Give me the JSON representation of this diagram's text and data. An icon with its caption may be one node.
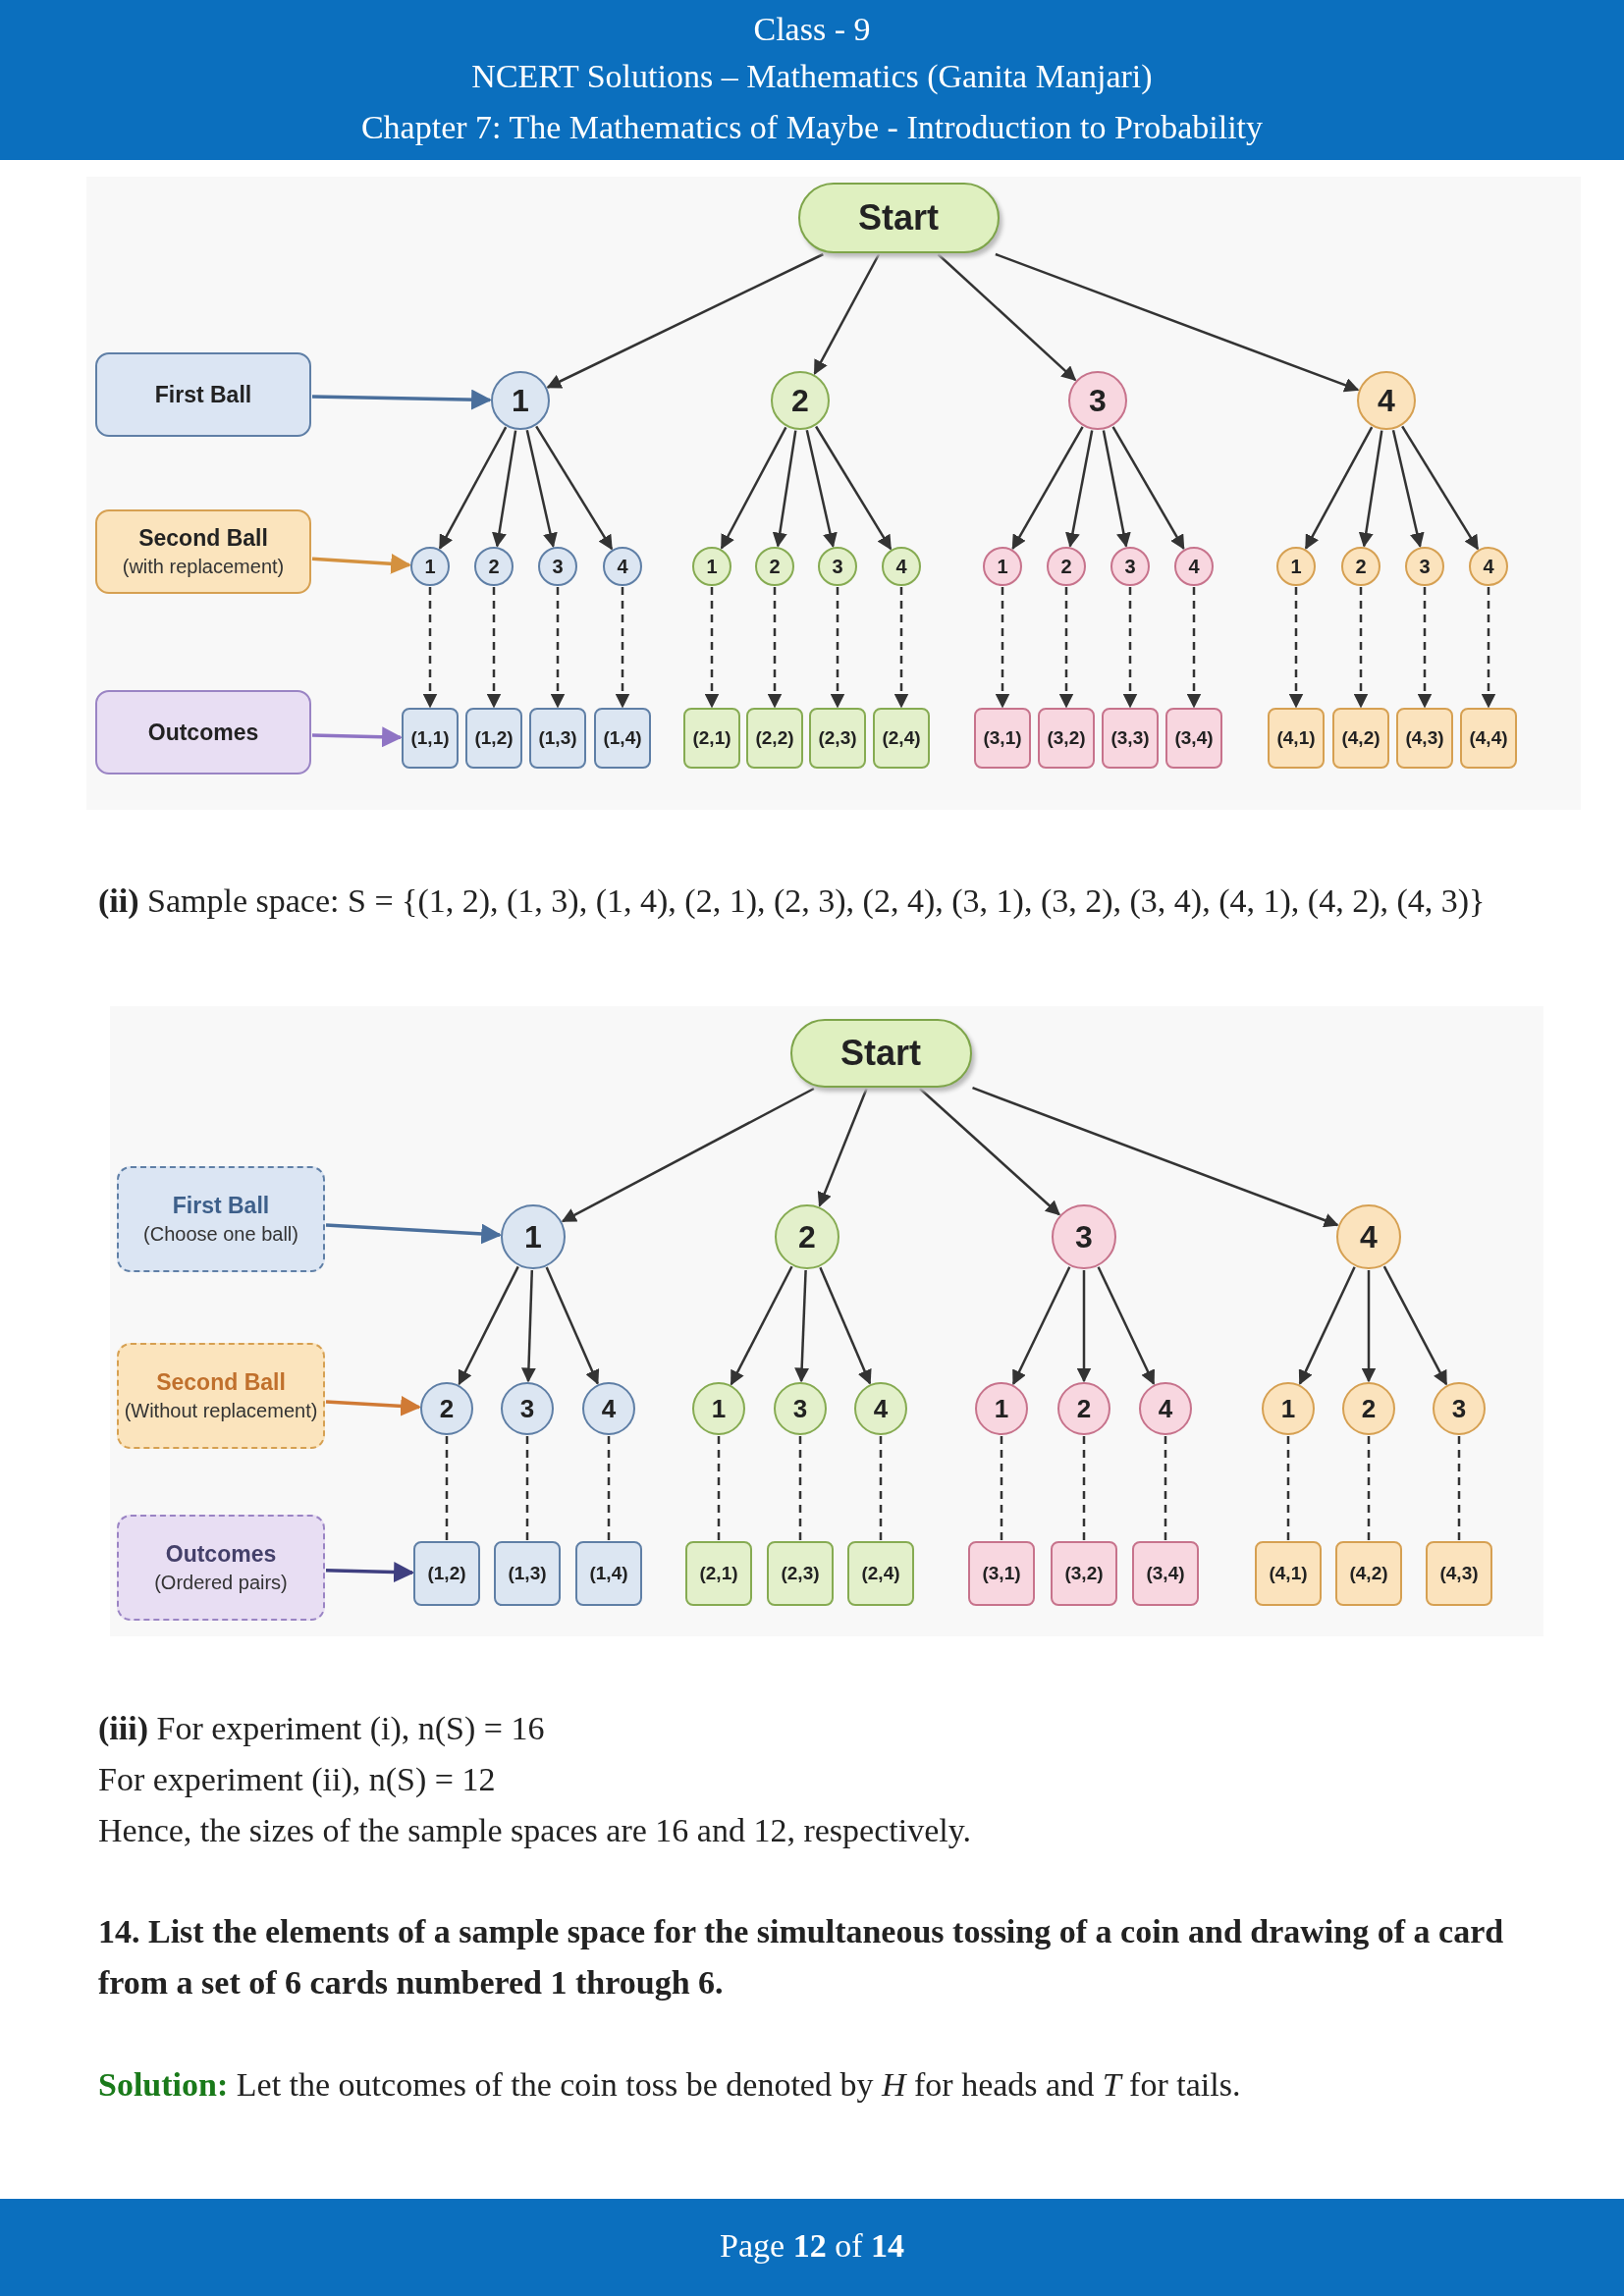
{
  "diagram": {
    "nodes": [
      {
        "text": [
          "Start"
        ]
      },
      {
        "text": [
          "First Ball"
        ]
      },
      {
        "text": [
          "1"
        ]
      },
      {
        "text": [
          "2"
        ]
      },
      {
        "text": [
          "3"
        ]
      },
      {
        "text": [
          "4"
        ]
      },
      {
        "text": [
          "Second Ball",
          "(with replacement)"
        ]
      },
      {
        "text": [
          "1"
        ]
      },
      {
        "text": [
          "2"
        ]
      },
      {
        "text": [
          "3"
        ]
      },
      {
        "text": [
          "4"
        ]
      },
      {
        "text": [
          "1"
        ]
      },
      {
        "text": [
          "2"
        ]
      },
      {
        "text": [
          "3"
        ]
      },
      {
        "text": [
          "4"
        ]
      },
      {
        "text": [
          "1"
        ]
      },
      {
        "text": [
          "2"
        ]
      },
      {
        "text": [
          "3"
        ]
      },
      {
        "text": [
          "4"
        ]
      },
      {
        "text": [
          "1"
        ]
      },
      {
        "text": [
          "2"
        ]
      },
      {
        "text": [
          "3"
        ]
      },
      {
        "text": [
          "4"
        ]
      },
      {
        "text": [
          "Outcomes"
        ]
      },
      {
        "text": [
          "(1,1)"
        ]
      },
      {
        "text": [
          "(1,2)"
        ]
      },
      {
        "text": [
          "(1,3)"
        ]
      },
      {
        "text": [
          "(1,4)"
        ]
      },
      {
        "text": [
          "(2,1)"
        ]
      },
      {
        "text": [
          "(2,2)"
        ]
      },
      {
        "text": [
          "(2,3)"
        ]
      },
      {
        "text": [
          "(2,4)"
        ]
      },
      {
        "text": [
          "(3,1)"
        ]
      },
      {
        "text": [
          "(3,2)"
        ]
      },
      {
        "text": [
          "(3,3)"
        ]
      },
      {
        "text": [
          "(3,4)"
        ]
      },
      {
        "text": [
          "(4,1)"
        ]
      },
      {
        "text": [
          "(4,2)"
        ]
      },
      {
        "text": [
          "(4,3)"
        ]
      },
      {
        "text": [
          "(4,4)"
        ]
      },
      {
        "text": [
          "Start"
        ]
      },
      {
        "text": [
          "First Ball",
          "(Choose one ball)"
        ]
      },
      {
        "text": [
          "1"
        ]
      },
      {
        "text": [
          "2"
        ]
      },
      {
        "text": [
          "3"
        ]
      },
      {
        "text": [
          "4"
        ]
      },
      {
        "text": [
          "Second Ball",
          "(Without replacement)"
        ]
      },
      {
        "text": [
          "2"
        ]
      },
      {
        "text": [
          "3"
        ]
      },
      {
        "text": [
          "4"
        ]
      },
      {
        "text": [
          "1"
        ]
      },
      {
        "text": [
          "3"
        ]
      },
      {
        "text": [
          "4"
        ]
      },
      {
        "text": [
          "1"
        ]
      },
      {
        "text": [
          "2"
        ]
      },
      {
        "text": [
          "4"
        ]
      },
      {
        "text": [
          "1"
        ]
      },
      {
        "text": [
          "2"
        ]
      },
      {
        "text": [
          "3"
        ]
      },
      {
        "text": [
          "Outcomes",
          "(Ordered pairs)"
        ]
      },
      {
        "text": [
          "(1,2)"
        ]
      },
      {
        "text": [
          "(1,3)"
        ]
      },
      {
        "text": [
          "(1,4)"
        ]
      },
      {
        "text": [
          "(2,1)"
        ]
      },
      {
        "text": [
          "(2,3)"
        ]
      },
      {
        "text": [
          "(2,4)"
        ]
      },
      {
        "text": [
          "(3,1)"
        ]
      },
      {
        "text": [
          "(3,2)"
        ]
      },
      {
        "text": [
          "(3,4)"
        ]
      },
      {
        "text": [
          "(4,1)"
        ]
      },
      {
        "text": [
          "(4,2)"
        ]
      },
      {
        "text": [
          "(4,3)"
        ]
      }
    ],
    "edges": [
      {
        "from": 0,
        "to": 2,
        "arrow": "to"
      },
      {
        "from": 0,
        "to": 3,
        "arrow": "to"
      },
      {
        "from": 0,
        "to": 4,
        "arrow": "to"
      },
      {
        "from": 0,
        "to": 5,
        "arrow": "to"
      },
      {
        "from": 1,
        "to": 2,
        "arrow": "to",
        "color": "#4a6f9c"
      },
      {
        "from": 6,
        "to": 7,
        "arrow": "to",
        "color": "#d4913f"
      },
      {
        "from": 23,
        "to": 24,
        "arrow": "to",
        "color": "#8f74c4"
      },
      {
        "from": 2,
        "to": 7,
        "arrow": "to"
      },
      {
        "from": 2,
        "to": 8,
        "arrow": "to"
      },
      {
        "from": 2,
        "to": 9,
        "arrow": "to"
      },
      {
        "from": 2,
        "to": 10,
        "arrow": "to"
      },
      {
        "from": 3,
        "to": 11,
        "arrow": "to"
      },
      {
        "from": 3,
        "to": 12,
        "arrow": "to"
      },
      {
        "from": 3,
        "to": 13,
        "arrow": "to"
      },
      {
        "from": 3,
        "to": 14,
        "arrow": "to"
      },
      {
        "from": 4,
        "to": 15,
        "arrow": "to"
      },
      {
        "from": 4,
        "to": 16,
        "arrow": "to"
      },
      {
        "from": 4,
        "to": 17,
        "arrow": "to"
      },
      {
        "from": 4,
        "to": 18,
        "arrow": "to"
      },
      {
        "from": 5,
        "to": 19,
        "arrow": "to"
      },
      {
        "from": 5,
        "to": 20,
        "arrow": "to"
      },
      {
        "from": 5,
        "to": 21,
        "arrow": "to"
      },
      {
        "from": 5,
        "to": 22,
        "arrow": "to"
      },
      {
        "from": 7,
        "to": 24,
        "arrow": "to",
        "style": "dashed"
      },
      {
        "from": 8,
        "to": 25,
        "arrow": "to",
        "style": "dashed"
      },
      {
        "from": 9,
        "to": 26,
        "arrow": "to",
        "style": "dashed"
      },
      {
        "from": 10,
        "to": 27,
        "arrow": "to",
        "style": "dashed"
      },
      {
        "from": 11,
        "to": 28,
        "arrow": "to",
        "style": "dashed"
      },
      {
        "from": 12,
        "to": 29,
        "arrow": "to",
        "style": "dashed"
      },
      {
        "from": 13,
        "to": 30,
        "arrow": "to",
        "style": "dashed"
      },
      {
        "from": 14,
        "to": 31,
        "arrow": "to",
        "style": "dashed"
      },
      {
        "from": 15,
        "to": 32,
        "arrow": "to",
        "style": "dashed"
      },
      {
        "from": 16,
        "to": 33,
        "arrow": "to",
        "style": "dashed"
      },
      {
        "from": 17,
        "to": 34,
        "arrow": "to",
        "style": "dashed"
      },
      {
        "from": 18,
        "to": 35,
        "arrow": "to",
        "style": "dashed"
      },
      {
        "from": 19,
        "to": 36,
        "arrow": "to",
        "style": "dashed"
      },
      {
        "from": 20,
        "to": 37,
        "arrow": "to",
        "style": "dashed"
      },
      {
        "from": 21,
        "to": 38,
        "arrow": "to",
        "style": "dashed"
      },
      {
        "from": 22,
        "to": 39,
        "arrow": "to",
        "style": "dashed"
      },
      {
        "from": 40,
        "to": 42,
        "arrow": "to"
      },
      {
        "from": 40,
        "to": 43,
        "arrow": "to"
      },
      {
        "from": 40,
        "to": 44,
        "arrow": "to"
      },
      {
        "from": 40,
        "to": 45,
        "arrow": "to"
      },
      {
        "from": 41,
        "to": 42,
        "arrow": "to",
        "color": "#4a6f9c"
      },
      {
        "from": 46,
        "to": 47,
        "arrow": "to",
        "color": "#d07a35"
      },
      {
        "from": 59,
        "to": 60,
        "arrow": "to",
        "color": "#3f3f80"
      },
      {
        "from": 42,
        "to": 47,
        "arrow": "to"
      },
      {
        "from": 42,
        "to": 48,
        "arrow": "to"
      },
      {
        "from": 42,
        "to": 49,
        "arrow": "to"
      },
      {
        "from": 43,
        "to": 50,
        "arrow": "to"
      },
      {
        "from": 43,
        "to": 51,
        "arrow": "to"
      },
      {
        "from": 43,
        "to": 52,
        "arrow": "to"
      },
      {
        "from": 44,
        "to": 53,
        "arrow": "to"
      },
      {
        "from": 44,
        "to": 54,
        "arrow": "to"
      },
      {
        "from": 44,
        "to": 55,
        "arrow": "to"
      },
      {
        "from": 45,
        "to": 56,
        "arrow": "to"
      },
      {
        "from": 45,
        "to": 57,
        "arrow": "to"
      },
      {
        "from": 45,
        "to": 58,
        "arrow": "to"
      },
      {
        "from": 47,
        "to": 60,
        "arrow": "none",
        "style": "dashed"
      },
      {
        "from": 48,
        "to": 61,
        "arrow": "none",
        "style": "dashed"
      },
      {
        "from": 49,
        "to": 62,
        "arrow": "none",
        "style": "dashed"
      },
      {
        "from": 50,
        "to": 63,
        "arrow": "none",
        "style": "dashed"
      },
      {
        "from": 51,
        "to": 64,
        "arrow": "none",
        "style": "dashed"
      },
      {
        "from": 52,
        "to": 65,
        "arrow": "none",
        "style": "dashed"
      },
      {
        "from": 53,
        "to": 66,
        "arrow": "none",
        "style": "dashed"
      },
      {
        "from": 54,
        "to": 67,
        "arrow": "none",
        "style": "dashed"
      },
      {
        "from": 55,
        "to": 68,
        "arrow": "none",
        "style": "dashed"
      },
      {
        "from": 56,
        "to": 69,
        "arrow": "none",
        "style": "dashed"
      },
      {
        "from": 57,
        "to": 70,
        "arrow": "none",
        "style": "dashed"
      },
      {
        "from": 58,
        "to": 71,
        "arrow": "none",
        "style": "dashed"
      }
    ],
    "labels": [
      "Class - 9",
      "NCERT Solutions – Mathematics (Ganita Manjari)",
      "Chapter 7: The Mathematics of Maybe - Introduction to Probability",
      "**(ii)** Sample space: S = {(1, 2), (1, 3), (1, 4), (2, 1), (2, 3), (2, 4), (3, 1), (3, 2), (3, 4), (4, 1), (4, 2), (4, 3)}",
      "**(iii)** For experiment (i), n(S) = 16",
      "For experiment (ii), n(S) = 12",
      "Hence, the sizes of the sample spaces are 16 and 12, respectively.",
      "14. List the elements of a sample space for the simultaneous tossing of a coin and drawing of a card from a set of 6 cards numbered 1 through 6.",
      "**Solution:** Let the outcomes of the coin toss be denoted by *H* for heads and *T* for tails.",
      "Page **12** of **14**"
    ]
  }
}
